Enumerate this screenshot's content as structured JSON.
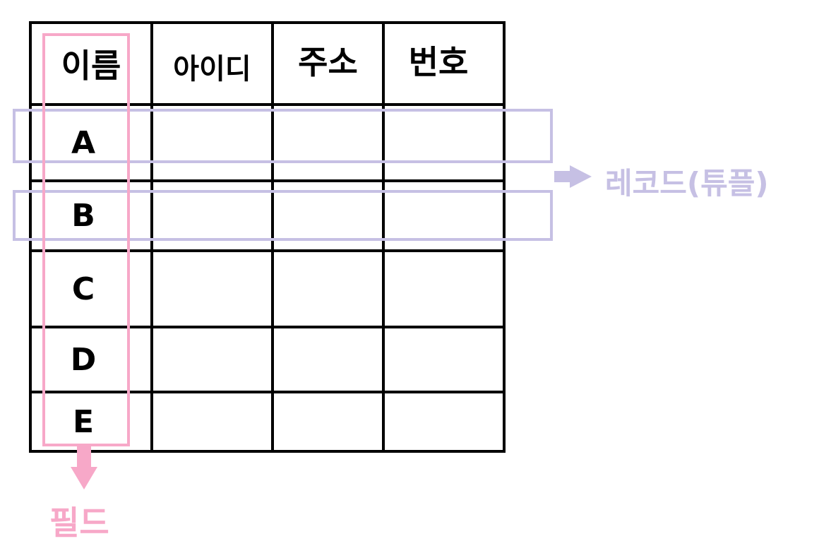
{
  "table": {
    "headers": [
      "이름",
      "아이디",
      "주소",
      "번호"
    ],
    "rows": [
      "A",
      "B",
      "C",
      "D",
      "E"
    ]
  },
  "annotations": {
    "record_label": "레코드(튜플)",
    "field_label": "필드"
  },
  "colors": {
    "grid": "#000000",
    "record_highlight": "#c6c0e4",
    "field_highlight": "#f7a8c8"
  }
}
